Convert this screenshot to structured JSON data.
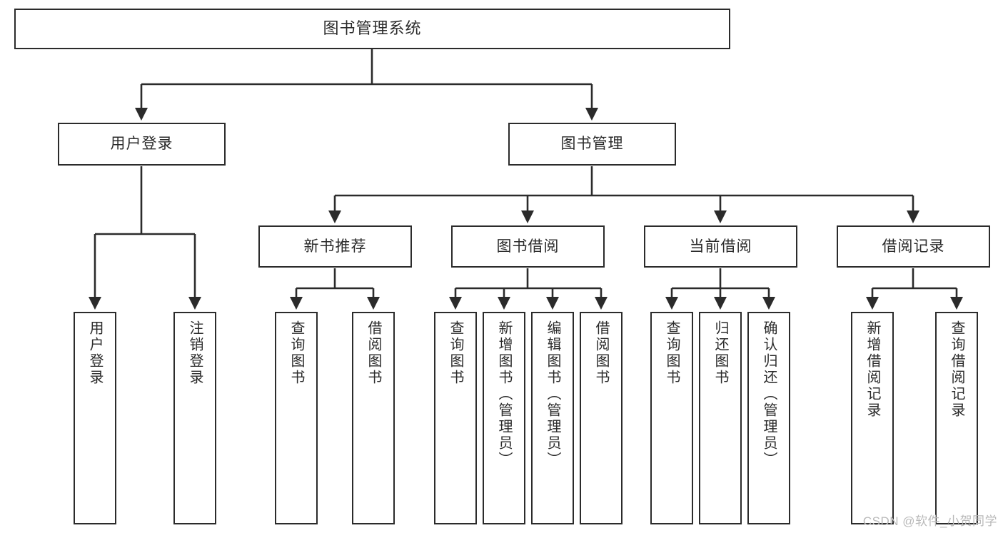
{
  "diagram": {
    "title": "图书管理系统",
    "type": "functional-decomposition-tree",
    "watermark": "CSDN @软件_小贺同学",
    "colors": {
      "stroke": "#2b2b2b",
      "fill": "#ffffff",
      "text": "#2b2b2b",
      "watermark": "#b9b9b9",
      "background": "#ffffff"
    },
    "root": {
      "label": "图书管理系统"
    },
    "level1": [
      {
        "label": "用户登录"
      },
      {
        "label": "图书管理"
      }
    ],
    "level2": [
      {
        "label": "新书推荐"
      },
      {
        "label": "图书借阅"
      },
      {
        "label": "当前借阅"
      },
      {
        "label": "借阅记录"
      }
    ],
    "leaves": {
      "user_login": [
        {
          "label": "用户登录"
        },
        {
          "label": "注销登录"
        }
      ],
      "new_book_recommend": [
        {
          "label": "查询图书"
        },
        {
          "label": "借阅图书"
        }
      ],
      "book_borrow": [
        {
          "label": "查询图书"
        },
        {
          "label": "新增图书（管理员）"
        },
        {
          "label": "编辑图书（管理员）"
        },
        {
          "label": "借阅图书"
        }
      ],
      "current_borrow": [
        {
          "label": "查询图书"
        },
        {
          "label": "归还图书"
        },
        {
          "label": "确认归还（管理员）"
        }
      ],
      "borrow_record": [
        {
          "label": "新增借阅记录"
        },
        {
          "label": "查询借阅记录"
        }
      ]
    }
  }
}
